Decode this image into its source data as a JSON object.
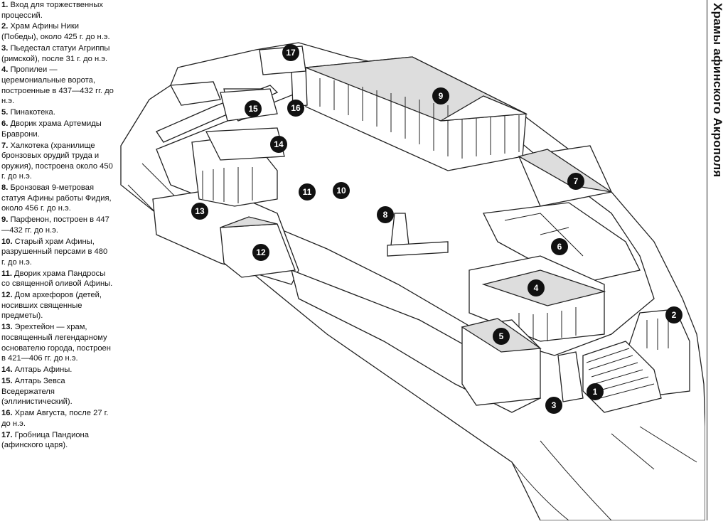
{
  "title": "Храмы афинского Акрополя",
  "legend": [
    {
      "num": "1.",
      "text": " Вход для торжественных процессий."
    },
    {
      "num": "2.",
      "text": " Храм Афины Ники (Победы), около 425 г. до н.э."
    },
    {
      "num": "3.",
      "text": " Пьедестал статуи Агриппы (римской), после 31 г. до н.э."
    },
    {
      "num": "4.",
      "text": " Пропилеи — церемониальные ворота, построенные в 437—432 гг. до н.э."
    },
    {
      "num": "5.",
      "text": " Пинакотека."
    },
    {
      "num": "6.",
      "text": " Дворик храма Артемиды Браврони."
    },
    {
      "num": "7.",
      "text": " Халкотека (хранилище бронзовых орудий труда и оружия), построена около 450 г. до н.э."
    },
    {
      "num": "8.",
      "text": " Бронзовая 9-метровая статуя Афины работы Фидия, около 456 г. до н.э."
    },
    {
      "num": "9.",
      "text": " Парфенон, построен в 447—432 гг. до н.э."
    },
    {
      "num": "10.",
      "text": " Старый храм Афины, разрушенный персами в 480 г. до н.э."
    },
    {
      "num": "11.",
      "text": " Дворик храма Пандросы со священной оливой Афины."
    },
    {
      "num": "12.",
      "text": " Дом архефоров (детей, носивших священные предметы)."
    },
    {
      "num": "13.",
      "text": " Эрехтейон — храм, посвященный легендарному основателю города, построен в 421—406 гг. до н.э."
    },
    {
      "num": "14.",
      "text": " Алтарь Афины."
    },
    {
      "num": "15.",
      "text": " Алтарь Зевса Вседержателя (эллинистический)."
    },
    {
      "num": "16.",
      "text": " Храм Августа, после 27 г. до н.э."
    },
    {
      "num": "17.",
      "text": " Гробница Пандиона (афинского царя)."
    }
  ],
  "markers": [
    "1",
    "2",
    "3",
    "4",
    "5",
    "6",
    "7",
    "8",
    "9",
    "10",
    "11",
    "12",
    "13",
    "14",
    "15",
    "16",
    "17"
  ]
}
